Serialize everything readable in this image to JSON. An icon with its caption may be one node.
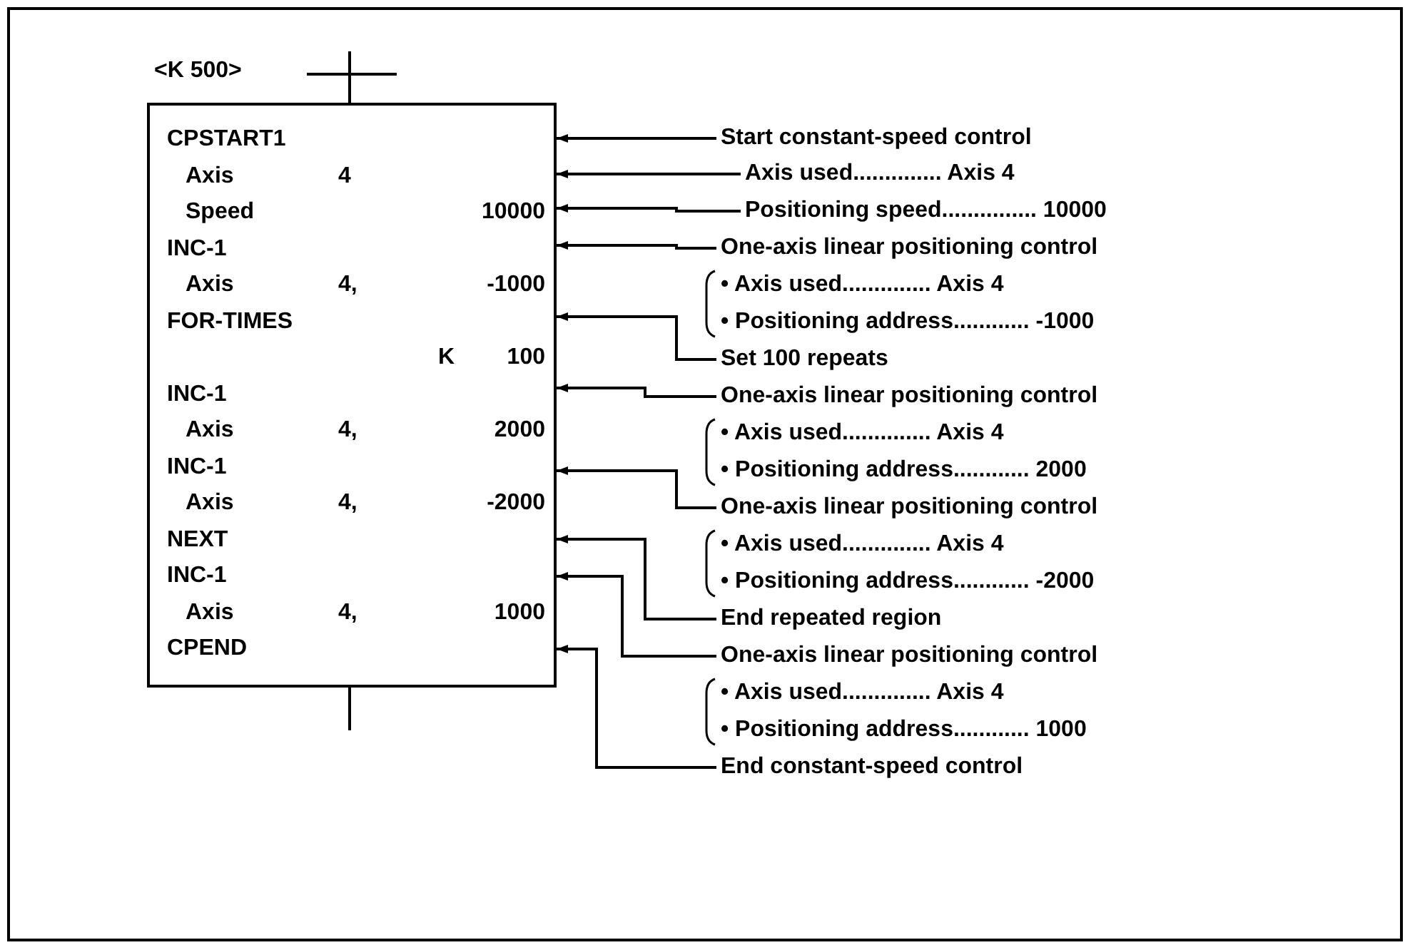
{
  "diagram": {
    "nodes": [
      {
        "text": [
          "CPSTART1",
          "Axis",
          "4",
          "Speed",
          "10000",
          "INC-1",
          "Axis",
          "4,",
          "-1000",
          "FOR-TIMES",
          "K",
          "100",
          "INC-1",
          "Axis",
          "4,",
          "2000",
          "INC-1",
          "Axis",
          "4,",
          "-2000",
          "NEXT",
          "INC-1",
          "Axis",
          "4,",
          "1000",
          "CPEND"
        ]
      },
      {
        "text": [
          "Start constant-speed control"
        ]
      },
      {
        "text": [
          "Axis used.............. Axis 4"
        ]
      },
      {
        "text": [
          "Positioning speed............... 10000"
        ]
      },
      {
        "text": [
          "One-axis linear positioning control"
        ]
      },
      {
        "text": [
          "Set 100 repeats"
        ]
      },
      {
        "text": [
          "One-axis linear positioning control"
        ]
      },
      {
        "text": [
          "One-axis linear positioning control"
        ]
      },
      {
        "text": [
          "End repeated region"
        ]
      },
      {
        "text": [
          "One-axis linear positioning control"
        ]
      },
      {
        "text": [
          "End constant-speed control"
        ]
      }
    ],
    "edges": [
      {
        "from": 1,
        "to": 0,
        "arrow": "to"
      },
      {
        "from": 2,
        "to": 0,
        "arrow": "to"
      },
      {
        "from": 3,
        "to": 0,
        "arrow": "to"
      },
      {
        "from": 4,
        "to": 0,
        "arrow": "to"
      },
      {
        "from": 5,
        "to": 0,
        "arrow": "to"
      },
      {
        "from": 6,
        "to": 0,
        "arrow": "to"
      },
      {
        "from": 7,
        "to": 0,
        "arrow": "to"
      },
      {
        "from": 8,
        "to": 0,
        "arrow": "to"
      },
      {
        "from": 9,
        "to": 0,
        "arrow": "to"
      },
      {
        "from": 10,
        "to": 0,
        "arrow": "to"
      }
    ],
    "labels": [
      "<K 500>",
      "• Axis used.............. Axis 4",
      "• Positioning address............ -1000",
      "• Axis used.............. Axis 4",
      "• Positioning address............ 2000",
      "• Axis used.............. Axis 4",
      "• Positioning address............ -2000",
      "• Axis used.............. Axis 4",
      "• Positioning address............ 1000"
    ]
  }
}
